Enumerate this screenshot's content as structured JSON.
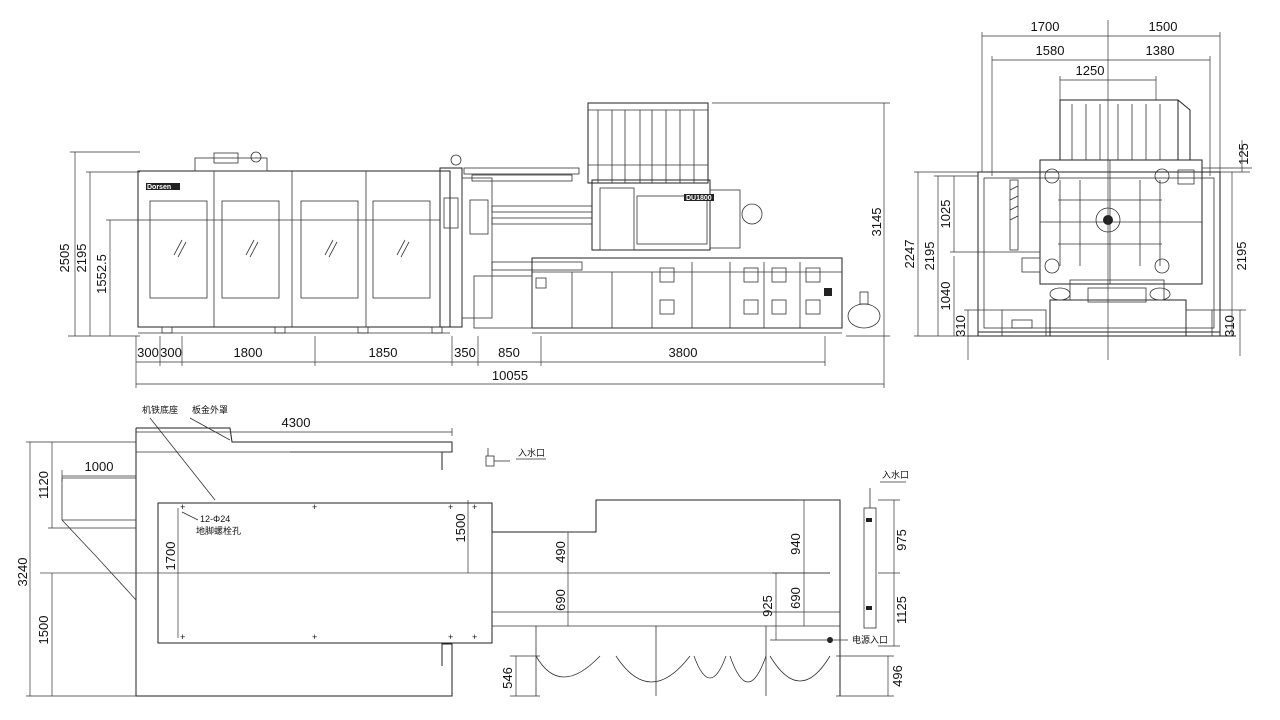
{
  "drawing": {
    "side_view": {
      "brand_label": "Dorsen",
      "model_label": "DU1800",
      "dims": {
        "overall_height_a": "2505",
        "overall_height_b": "2195",
        "center_height": "1552.5",
        "platform_height": "3145",
        "seg_1": "300",
        "seg_2": "300",
        "seg_3": "1800",
        "seg_4": "1850",
        "seg_5": "350",
        "seg_6": "850",
        "seg_7": "3800",
        "overall_length": "10055"
      }
    },
    "end_view": {
      "dims": {
        "top_left": "1700",
        "top_right": "1500",
        "mid_left": "1580",
        "mid_right": "1380",
        "platform_width": "1250",
        "overall_height": "2247",
        "left_height": "2195",
        "upper_offset": "1025",
        "lower_offset": "1040",
        "base_left": "310",
        "right_top": "125",
        "right_height": "2195",
        "base_right": "310"
      }
    },
    "plan_view": {
      "labels": {
        "base_note": "机铁底座",
        "guard_note": "板金外罩",
        "anchor_qty": "12-Φ24",
        "anchor_note": "地脚螺栓孔",
        "water_inlet_1": "入水口",
        "water_inlet_2": "入水口",
        "power_inlet": "电源入口"
      },
      "dims": {
        "guard_length": "4300",
        "door_width": "1000",
        "upper_offset": "1120",
        "overall_width": "3240",
        "lower_offset": "1500",
        "anchor_span_v": "1700",
        "anchor_span_v2": "1500",
        "pipe_a": "490",
        "pipe_b": "690",
        "pipe_c": "940",
        "pipe_d": "690",
        "pipe_e": "925",
        "pipe_f": "975",
        "pipe_g": "1125",
        "door_swing_left": "546",
        "door_swing_right": "496"
      }
    }
  }
}
